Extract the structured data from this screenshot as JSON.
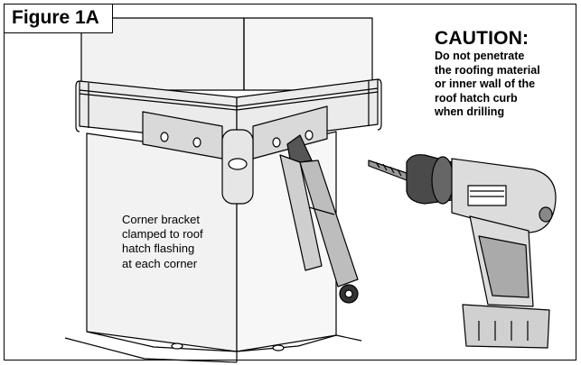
{
  "figure": {
    "label": "Figure 1A"
  },
  "caution": {
    "title": "CAUTION:",
    "body": "Do not penetrate\nthe roofing material\nor inner wall of the\nroof hatch curb\nwhen drilling"
  },
  "callout": {
    "text": "Corner bracket\nclamped to roof\nhatch flashing\nat each corner"
  },
  "icons": [
    "corner-bracket-icon",
    "locking-pliers-icon",
    "cordless-drill-icon",
    "drill-bit-icon"
  ],
  "colors": {
    "line": "#000000",
    "flashing_fill": "#ebebeb",
    "curb_fill": "#f2f2f2",
    "metal_fill": "#d9d9d9",
    "drill_body": "#dcdcdc",
    "drill_dark": "#4a4a4a"
  }
}
